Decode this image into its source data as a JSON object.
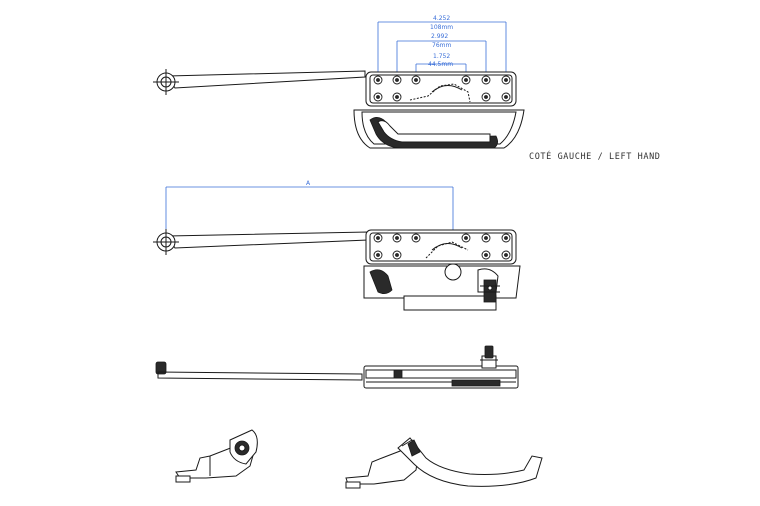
{
  "drawing": {
    "hand_label": "COTÉ GAUCHE / LEFT HAND",
    "dimensions": {
      "outer": {
        "imperial": "4.252",
        "metric": "108mm"
      },
      "middle": {
        "imperial": "2.992",
        "metric": "76mm"
      },
      "inner": {
        "imperial": "1.752",
        "metric": "44.5mm"
      },
      "arm_length": "A"
    },
    "colors": {
      "line": "#1a1a1a",
      "dimension": "#3a6fd8",
      "background": "#ffffff"
    }
  }
}
